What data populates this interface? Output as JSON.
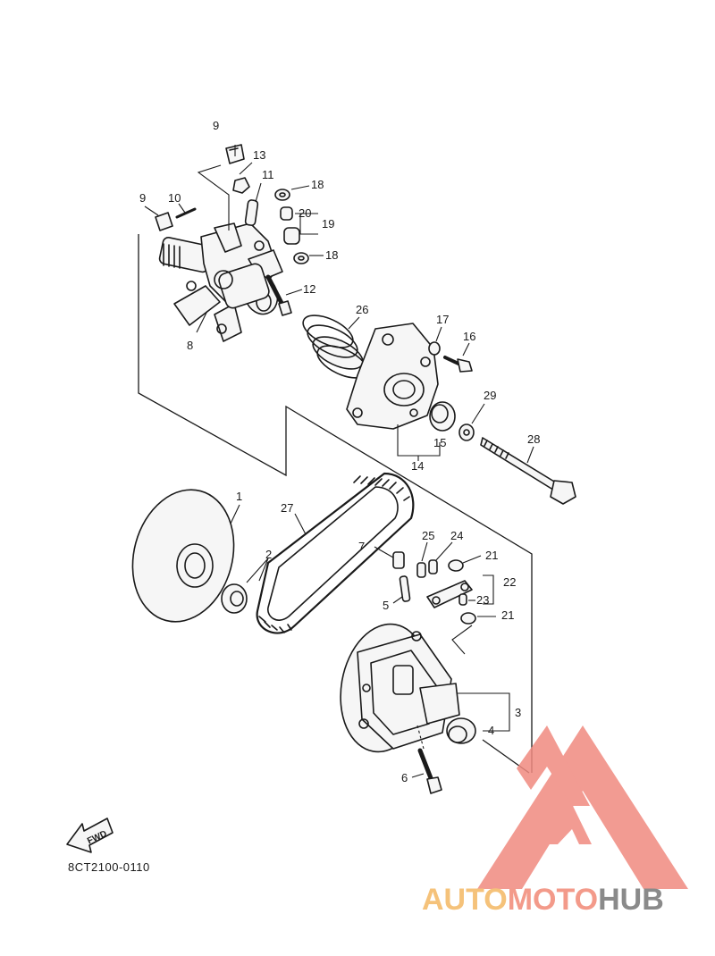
{
  "diagram": {
    "drawing_code": "8CT2100-0110",
    "direction_badge": "FWD",
    "callouts": {
      "c1": "1",
      "c2": "2",
      "c3": "3",
      "c4": "4",
      "c5": "5",
      "c6": "6",
      "c7": "7",
      "c8": "8",
      "c9a": "9",
      "c9b": "9",
      "c10": "10",
      "c11": "11",
      "c12": "12",
      "c13": "13",
      "c14": "14",
      "c15": "15",
      "c16": "16",
      "c17": "17",
      "c18a": "18",
      "c18b": "18",
      "c19": "19",
      "c20": "20",
      "c21a": "21",
      "c21b": "21",
      "c22": "22",
      "c23": "23",
      "c24": "24",
      "c25": "25",
      "c26": "26",
      "c27": "27",
      "c28": "28",
      "c29": "29"
    }
  },
  "watermark": {
    "brand_part1": "AUTO",
    "brand_part2": "MOTO",
    "brand_part3": "HUB",
    "colors": {
      "accent": "#f08a80",
      "auto": "#f5c27a",
      "moto": "#f39a8a",
      "hub": "#8a8a8a"
    }
  }
}
